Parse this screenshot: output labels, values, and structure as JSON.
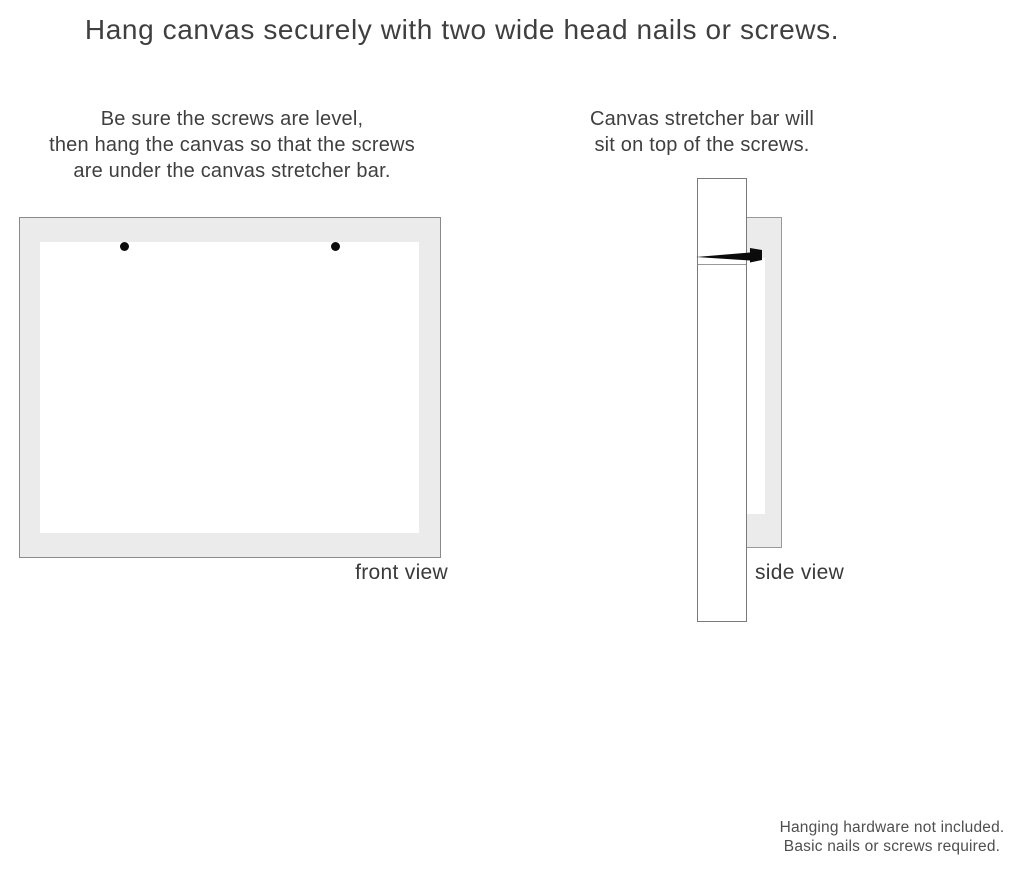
{
  "title": "Hang canvas securely with two wide head nails or screws.",
  "instructions": {
    "left": {
      "lines": [
        "Be sure the screws are level,",
        "then hang the canvas so that the screws",
        "are under the canvas stretcher bar."
      ]
    },
    "right": {
      "lines": [
        "Canvas stretcher bar will",
        "sit on top of the screws."
      ]
    }
  },
  "front_view": {
    "label": "front view",
    "screw_count": 2
  },
  "side_view": {
    "label": "side view"
  },
  "footer": {
    "lines": [
      "Hanging hardware not included.",
      "Basic nails or screws required."
    ]
  },
  "icons": {
    "front_screws": "screw-head-dot",
    "side_fastener": "nail-icon"
  },
  "colors": {
    "canvas-fill": "#ebebeb",
    "frame-border": "#8a8a8a",
    "wall-border": "#7a7a7a",
    "side-border": "#999999",
    "nail-black": "#0b0b0b",
    "text-dark": "#3f3f3f",
    "text-muted": "#4f4f4f",
    "bg": "#ffffff"
  }
}
